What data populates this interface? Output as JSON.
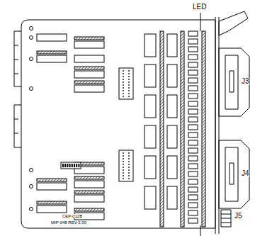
{
  "diagram": {
    "labels": [
      "LED",
      "J3",
      "J4",
      "J5",
      "CEP-012B",
      "MIP-048 REV-2.00"
    ]
  }
}
